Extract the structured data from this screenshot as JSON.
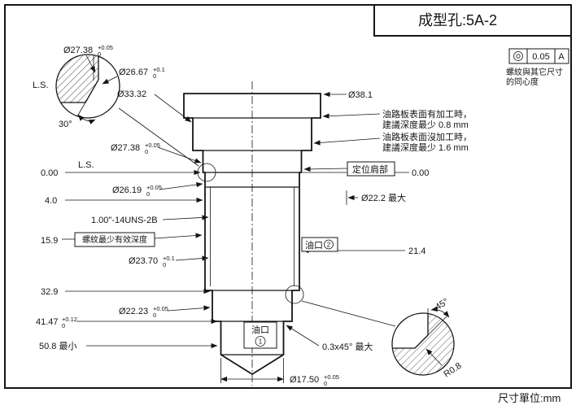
{
  "title_block": {
    "title": "成型孔:5A-2"
  },
  "unit_note": "尺寸單位:mm",
  "tolerance_frame": {
    "tolerance": "0.05",
    "datum": "A",
    "desc_line1": "螺紋與其它尺寸",
    "desc_line2": "的同心度"
  },
  "detail_tl": {
    "dia_a": {
      "v": "Ø27.38",
      "up": "+0.05",
      "dn": "0"
    },
    "dia_b": {
      "v": "Ø26.67",
      "up": "+0.1",
      "dn": "0"
    },
    "ls": "L.S.",
    "angle": "30°"
  },
  "detail_br": {
    "angle": "45°",
    "radius": "R0.8"
  },
  "left": {
    "dia_3332": "Ø33.32",
    "dia_2738": {
      "v": "Ø27.38",
      "up": "+0.05",
      "dn": "0"
    },
    "ls": "L.S.",
    "zero": "0.00",
    "dia_2619": {
      "v": "Ø26.19",
      "up": "+0.05",
      "dn": "0"
    },
    "d4": "4.0",
    "thread": "1.00\"-14UNS-2B",
    "d159": "15.9",
    "thread_note": "螺紋最少有效深度",
    "dia_2370": {
      "v": "Ø23.70",
      "up": "+0.1",
      "dn": "0"
    },
    "d329": "32.9",
    "dia_2223": {
      "v": "Ø22.23",
      "up": "+0.05",
      "dn": "0"
    },
    "d4147": {
      "v": "41.47",
      "up": "+0.12",
      "dn": "0"
    },
    "d508": "50.8 最小"
  },
  "right": {
    "dia_381": "Ø38.1",
    "note1_l1": "油路板表面有加工時，",
    "note1_l2": "建議深度最少 0.8 mm",
    "note2_l1": "油路板表面沒加工時，",
    "note2_l2": "建議深度最少 1.6 mm",
    "shoulder": "定位肩部",
    "zero": "0.00",
    "dia_222": "Ø22.2 最大",
    "d214": "21.4"
  },
  "bottom": {
    "dia_1750": {
      "v": "Ø17.50",
      "up": "+0.05",
      "dn": "0"
    },
    "chamfer": "0.3x45° 最大"
  },
  "oil": {
    "label1": "油口",
    "num1": "1",
    "label2": "油口",
    "num2": "2"
  }
}
